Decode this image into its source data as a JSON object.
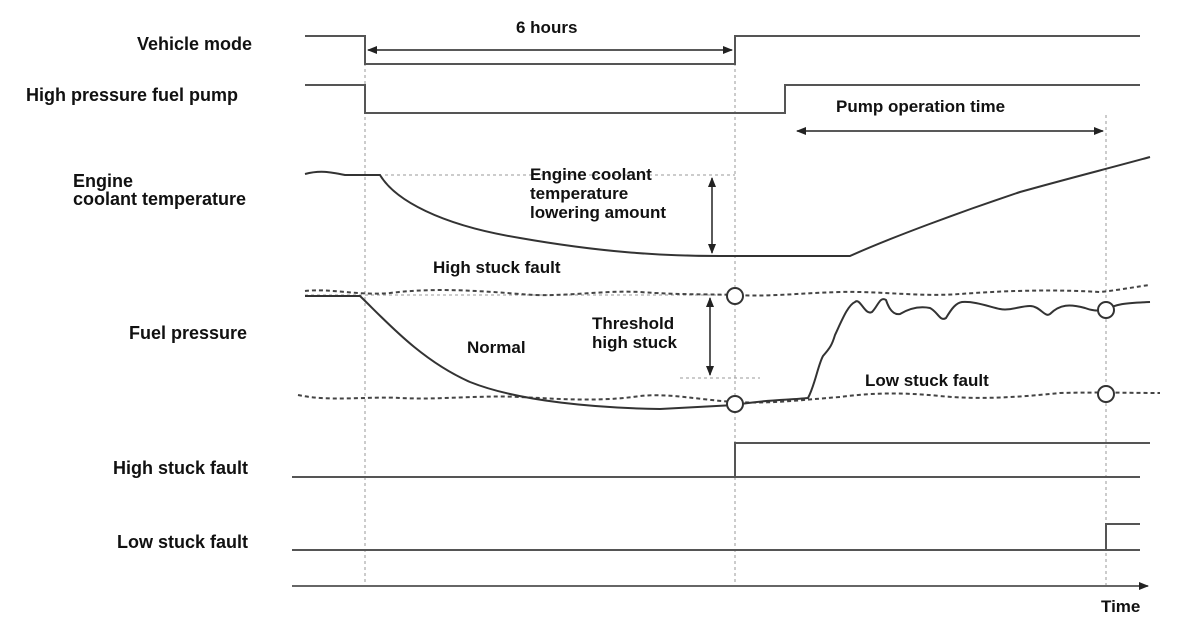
{
  "row_labels": {
    "vehicle_mode": "Vehicle mode",
    "hp_fuel_pump": "High pressure fuel pump",
    "engine_coolant_line1": "Engine",
    "engine_coolant_line2": "coolant temperature",
    "fuel_pressure": "Fuel pressure",
    "high_stuck_fault": "High stuck fault",
    "low_stuck_fault": "Low stuck fault"
  },
  "annotations": {
    "six_hours": "6 hours",
    "pump_operation_time": "Pump operation time",
    "coolant_lowering_line1": "Engine coolant",
    "coolant_lowering_line2": "temperature",
    "coolant_lowering_line3": "lowering amount",
    "high_stuck_fault_curve": "High stuck fault",
    "normal": "Normal",
    "threshold_line1": "Threshold",
    "threshold_line2": "high stuck",
    "low_stuck_fault_curve": "Low stuck fault"
  },
  "axis": {
    "time_label": "Time"
  },
  "colors": {
    "line": "#555555",
    "text": "#111111",
    "guide": "#9a9a9a"
  }
}
